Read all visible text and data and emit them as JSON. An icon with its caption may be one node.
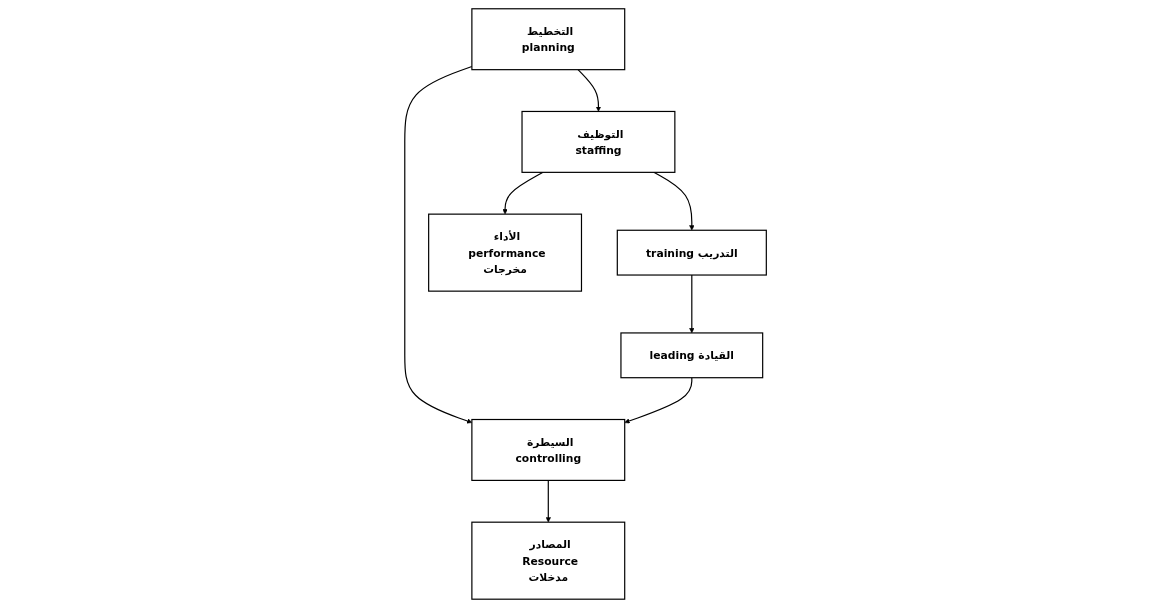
{
  "diagram": {
    "nodes": [
      {
        "text": [
          "التخطيط planning"
        ]
      },
      {
        "text": [
          "المصادر Resource مدخلات"
        ]
      },
      {
        "text": [
          "السيطرة controlling"
        ]
      },
      {
        "text": [
          "التوظيف staffing"
        ]
      },
      {
        "text": [
          "الأداء performance مخرجات"
        ]
      },
      {
        "text": [
          "القيادة leading"
        ]
      },
      {
        "text": [
          "التدريب training"
        ]
      }
    ],
    "edges": [
      {
        "from": 0,
        "to": 2,
        "arrow": "to"
      },
      {
        "from": 0,
        "to": 3,
        "arrow": "to"
      },
      {
        "from": 2,
        "to": 1,
        "arrow": "to"
      },
      {
        "from": 3,
        "to": 4,
        "arrow": "to"
      },
      {
        "from": 3,
        "to": 6,
        "arrow": "to"
      },
      {
        "from": 6,
        "to": 5,
        "arrow": "to"
      },
      {
        "from": 5,
        "to": 2,
        "arrow": "to"
      }
    ]
  }
}
